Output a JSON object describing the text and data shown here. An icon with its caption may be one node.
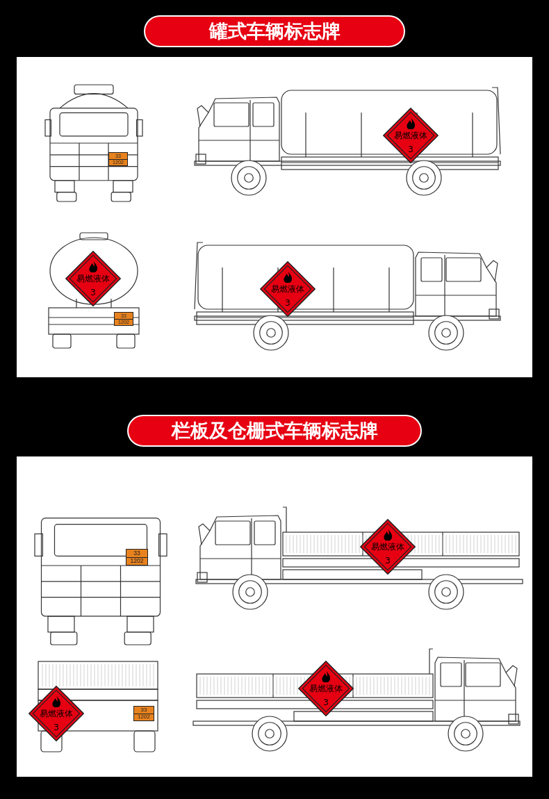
{
  "diagram": {
    "nodes": [
      {
        "text": [
          "罐式车辆标志牌"
        ]
      },
      {
        "text": [
          "33",
          "1202"
        ]
      },
      {
        "text": [
          "易燃液体",
          "3"
        ]
      },
      {
        "text": [
          "易燃液体",
          "3"
        ]
      },
      {
        "text": [
          "33",
          "1202"
        ]
      },
      {
        "text": [
          "易燃液体",
          "3"
        ]
      },
      {
        "text": [
          "栏板及仓栅式车辆标志牌"
        ]
      },
      {
        "text": [
          "33",
          "1202"
        ]
      },
      {
        "text": [
          "易燃液体",
          "3"
        ]
      },
      {
        "text": [
          "易燃液体",
          "3"
        ]
      },
      {
        "text": [
          "33",
          "1202"
        ]
      },
      {
        "text": [
          "易燃液体",
          "3"
        ]
      }
    ],
    "edges": []
  }
}
